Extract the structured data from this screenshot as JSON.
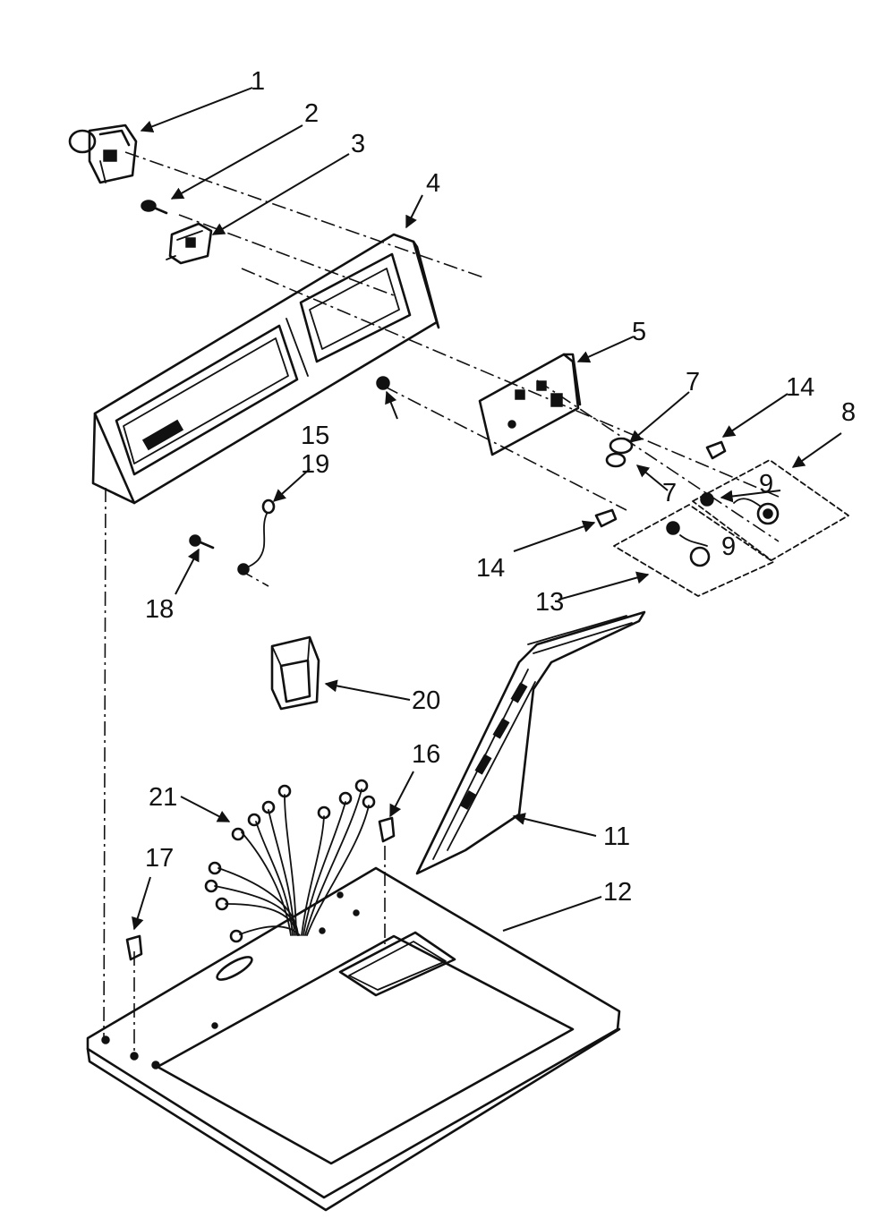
{
  "callouts": [
    "1",
    "2",
    "3",
    "4",
    "5",
    "7",
    "14",
    "8",
    "15",
    "19",
    "9",
    "7",
    "14",
    "18",
    "9",
    "13",
    "20",
    "16",
    "11",
    "21",
    "17",
    "12"
  ],
  "colors": {
    "ink": "#111111",
    "paper": "#ffffff"
  }
}
